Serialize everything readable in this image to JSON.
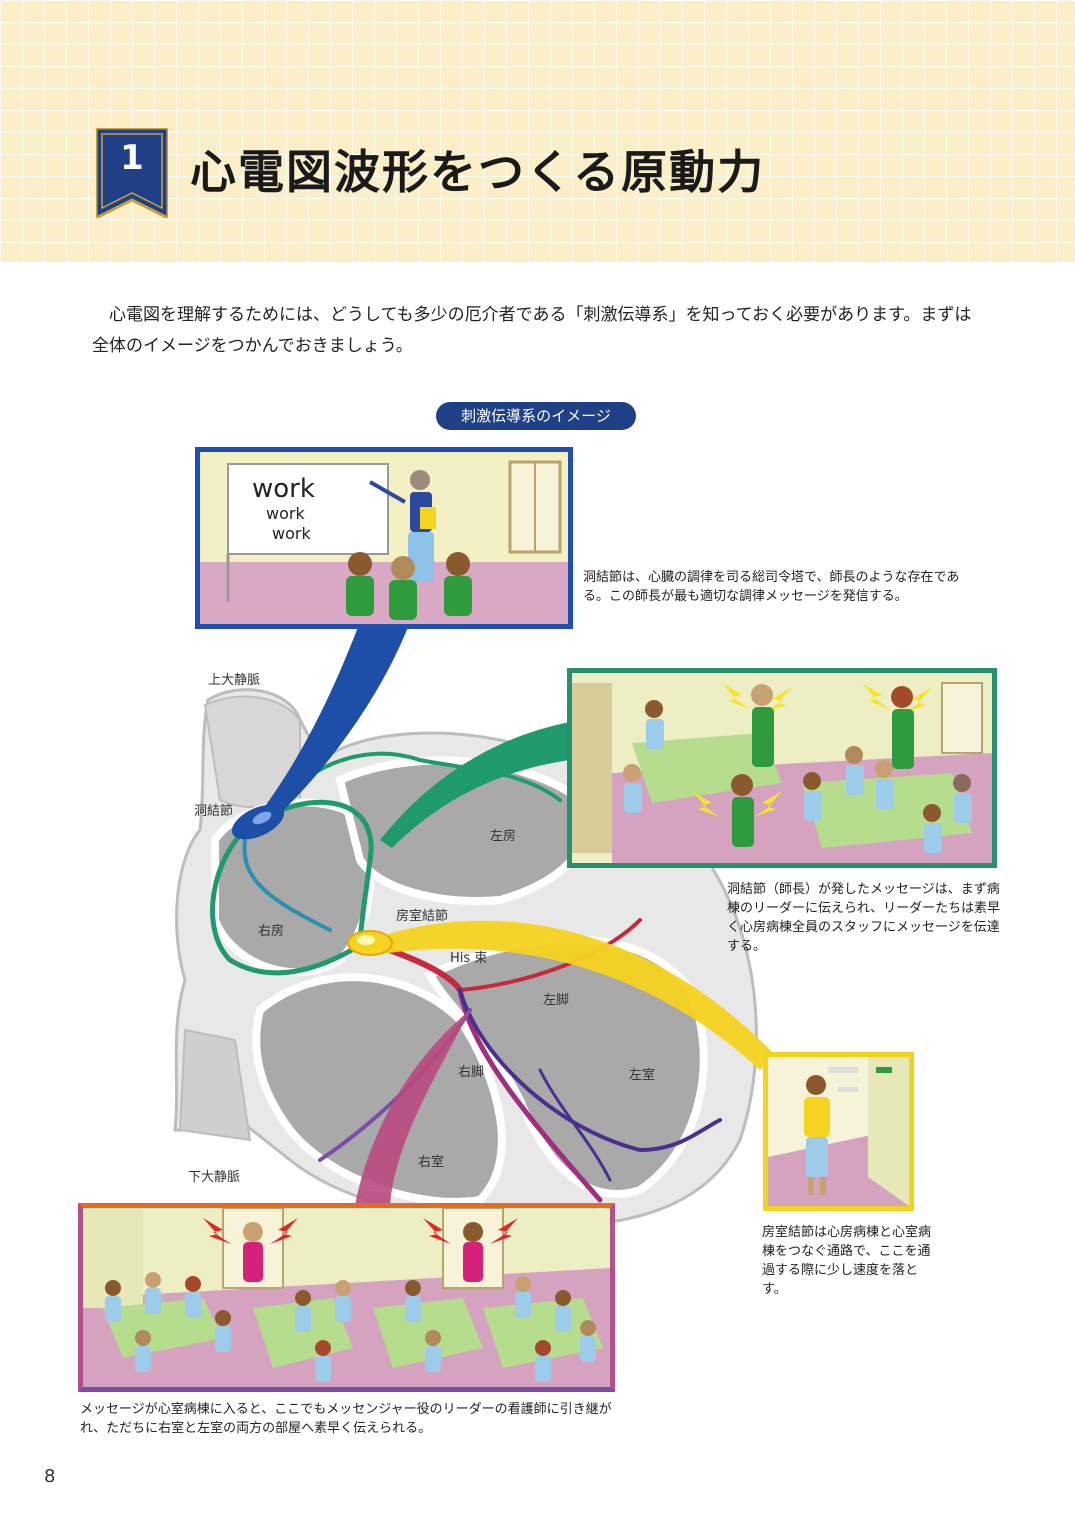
{
  "header": {
    "chapter_number": "1",
    "title": "心電図波形をつくる原動力"
  },
  "intro": "心電図を理解するためには、どうしても多少の厄介者である「刺激伝導系」を知っておく必要があります。まずは全体のイメージをつかんでおきましょう。",
  "section_title": "刺激伝導系のイメージ",
  "whiteboard": {
    "line1": "work",
    "line2": "work",
    "line3": "work"
  },
  "heart_labels": {
    "svc": "上大静脈",
    "sa_node": "洞結節",
    "right_atrium": "右房",
    "left_atrium": "左房",
    "av_node": "房室結節",
    "his_bundle": "His 束",
    "left_bundle": "左脚",
    "right_bundle": "右脚",
    "left_ventricle": "左室",
    "right_ventricle": "右室",
    "ivc": "下大静脈"
  },
  "captions": {
    "sa_node": "洞結節は、心臓の調律を司る総司令塔で、師長のような存在である。この師長が最も適切な調律メッセージを発信する。",
    "atria": "洞結節（師長）が発したメッセージは、まず病棟のリーダーに伝えられ、リーダーたちは素早く心房病棟全員のスタッフにメッセージを伝達する。",
    "av_node": "房室結節は心房病棟と心室病棟をつなぐ通路で、ここを通過する際に少し速度を落とす。",
    "ventricles": "メッセージが心室病棟に入ると、ここでもメッセンジャー役のリーダーの看護師に引き継がれ、ただちに右室と左室の両方の部屋へ素早く伝えられる。"
  },
  "page_number": "8",
  "colors": {
    "header_bg": "#fcefc8",
    "navy": "#1f3f86",
    "gold": "#c8a13c",
    "sa_blue": "#1d4fa8",
    "atrial_green": "#1f9a6a",
    "av_yellow": "#f5d320",
    "his_red": "#c8283c",
    "bundle_purple": "#4a2f8e",
    "panel_blue": "#1f4fb0",
    "panel_green": "#27906c",
    "panel_yellow": "#f2d41e",
    "panel_orange": "#e46a2a",
    "panel_purple": "#7b4ea6"
  }
}
